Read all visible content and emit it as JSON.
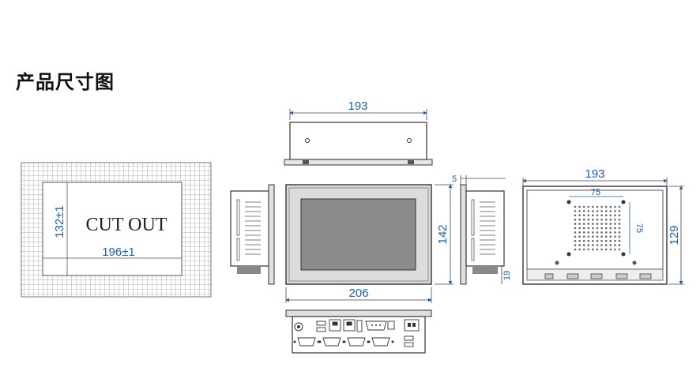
{
  "title": "产品尺寸图",
  "colors": {
    "dimension": "#1a5fb4",
    "line": "#333333",
    "panel": "#d9d9d9",
    "screen": "#8c8c8c"
  },
  "cutout": {
    "label": "CUT OUT",
    "height_dim": "132±1",
    "width_dim": "196±1"
  },
  "front": {
    "top_width_dim": "193",
    "width_dim": "206",
    "height_dim": "142"
  },
  "side": {
    "depth_dim": "5",
    "bottom_dim": "19"
  },
  "back": {
    "width_dim": "193",
    "height_dim": "129",
    "vesa_h_dim": "75",
    "vesa_v_dim": "75"
  },
  "icons": [
    "usb-port-icon",
    "ethernet-port-icon",
    "vga-port-icon",
    "serial-port-icon",
    "power-port-icon"
  ]
}
